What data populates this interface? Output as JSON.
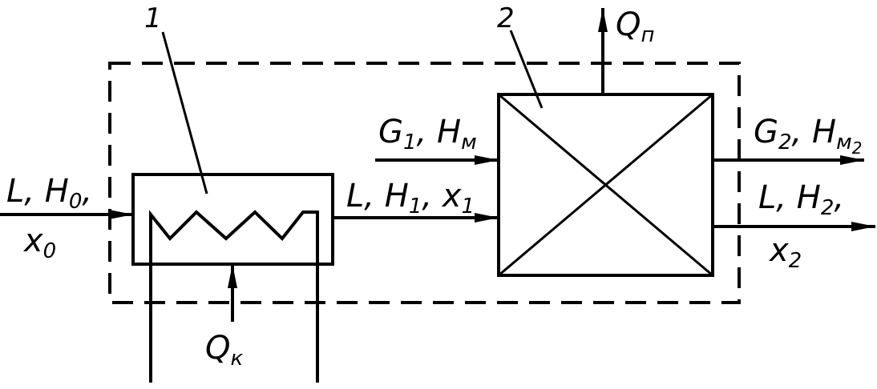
{
  "component_labels": {
    "heater": "1",
    "dryer": "2"
  },
  "streams": {
    "air_inlet": {
      "line1": [
        "L",
        "H",
        "0",
        ","
      ],
      "line2": [
        "x",
        "0"
      ]
    },
    "heater_outlet": [
      "L",
      "H",
      "1",
      "x",
      "1"
    ],
    "material_in": [
      "G",
      "1",
      "H",
      "м"
    ],
    "material_out": [
      "G",
      "2",
      "H",
      "м",
      "2"
    ],
    "air_outlet": {
      "line1": [
        "L",
        "H",
        "2",
        ","
      ],
      "line2": [
        "x",
        "2"
      ]
    }
  },
  "heat": {
    "heater_input": [
      "Q",
      "к"
    ],
    "losses": [
      "Q",
      "п"
    ]
  }
}
